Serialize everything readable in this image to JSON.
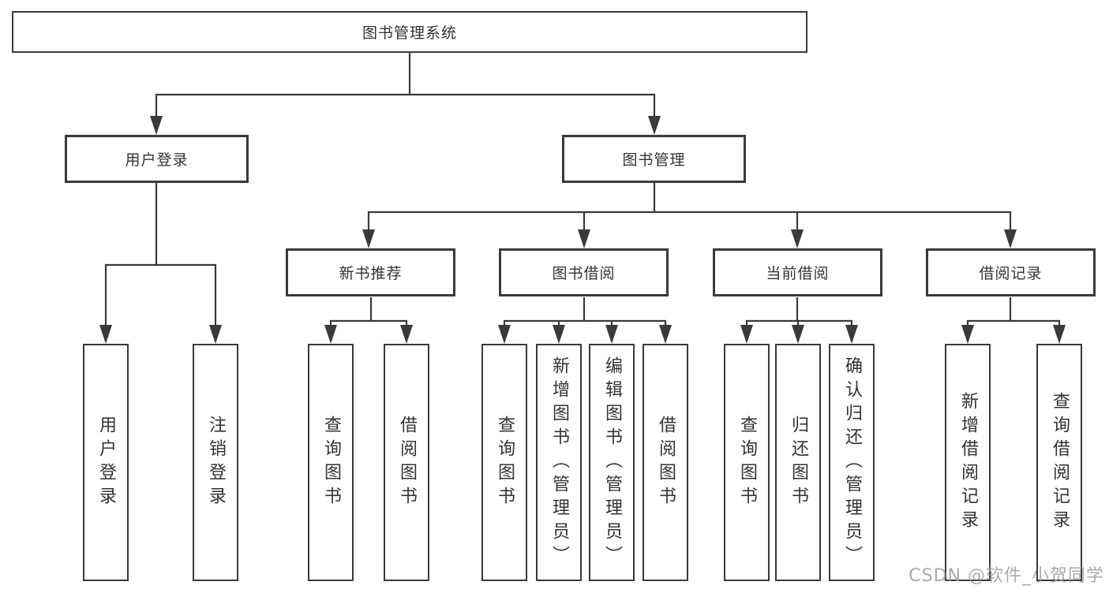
{
  "diagram_title": "图书管理系统",
  "nodes": {
    "root": "图书管理系统",
    "user_login": "用户登录",
    "book_mgmt": "图书管理",
    "new_book_rec": "新书推荐",
    "book_borrow": "图书借阅",
    "current_borrow": "当前借阅",
    "borrow_records": "借阅记录",
    "leaves": {
      "user_login": "用户登录",
      "logout": "注销登录",
      "query_book_rec": "查询图书",
      "borrow_book_rec": "借阅图书",
      "query_book_borrow": "查询图书",
      "add_book_admin": "新增图书（管理员）",
      "edit_book_admin": "编辑图书（管理员）",
      "borrow_book_borrow": "借阅图书",
      "query_book_current": "查询图书",
      "return_book": "归还图书",
      "confirm_return_admin": "确认归还（管理员）",
      "add_borrow_record": "新增借阅记录",
      "query_borrow_record": "查询借阅记录"
    }
  },
  "watermark": "CSDN @软件_小贺同学",
  "colors": {
    "line": "#3a3a3a",
    "text": "#333333",
    "watermark": "#9c9c9c",
    "background": "#ffffff"
  }
}
